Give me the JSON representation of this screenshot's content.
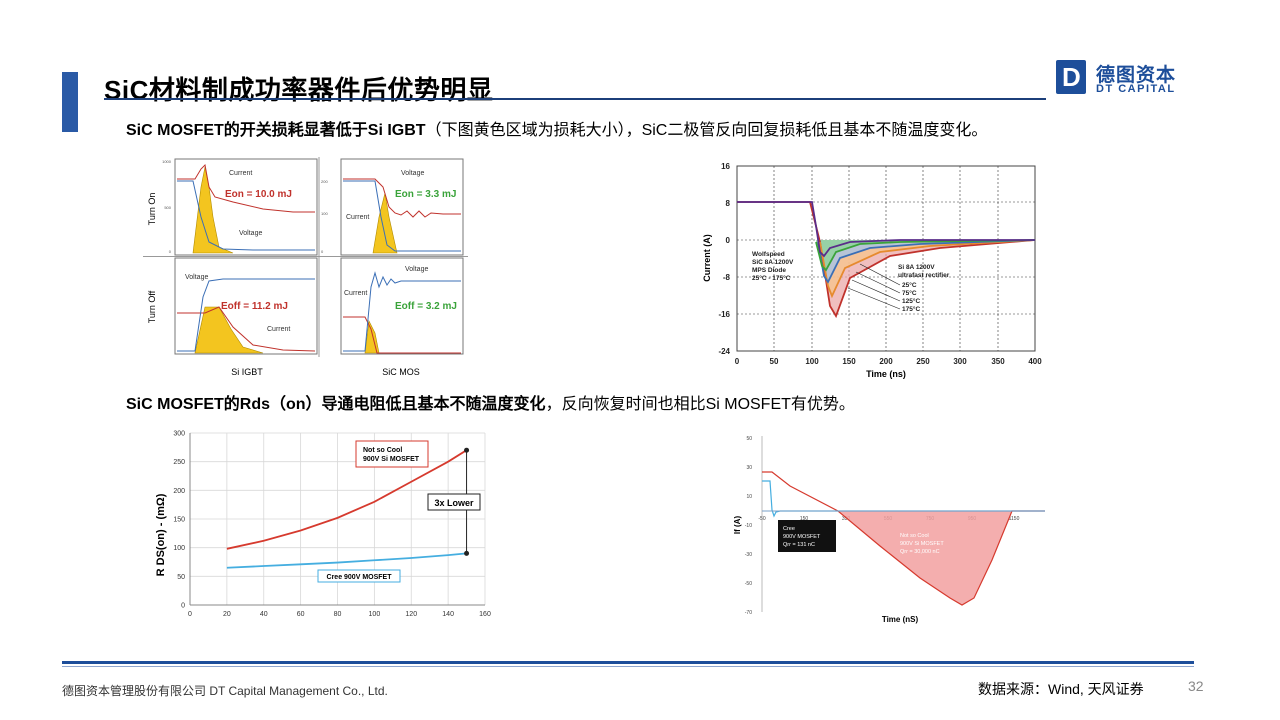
{
  "header": {
    "title": "SiC材料制成功率器件后优势明显",
    "logo": {
      "mark": "D",
      "cn": "德图资本",
      "en": "DT CAPITAL"
    }
  },
  "captions": {
    "c1_bold": "SiC MOSFET的开关损耗显著低于Si IGBT",
    "c1_rest": "（下图黄色区域为损耗大小），SiC二极管反向回复损耗低且基本不随温度变化。",
    "c2_bold": "SiC MOSFET的Rds（on）导通电阻低且基本不随温度变化",
    "c2_rest": "，反向恢复时间也相比Si MOSFET有优势。"
  },
  "figure1": {
    "row_labels": [
      "Turn On",
      "Turn Off"
    ],
    "col_labels": [
      "Si IGBT",
      "SiC MOS"
    ],
    "cells": [
      {
        "energy": "Eon = 10.0 mJ",
        "labels": [
          "Current",
          "Voltage"
        ]
      },
      {
        "energy": "Eon = 3.3 mJ",
        "labels": [
          "Voltage",
          "Current"
        ]
      },
      {
        "energy": "Eoff = 11.2 mJ",
        "labels": [
          "Voltage",
          "Current"
        ]
      },
      {
        "energy": "Eoff = 3.2 mJ",
        "labels": [
          "Voltage",
          "Current"
        ]
      }
    ],
    "tick_left": [
      "1000",
      "500",
      "0"
    ],
    "tick_right": [
      "200",
      "100",
      "0"
    ],
    "colors": {
      "energy_red": "#c0322c",
      "energy_green": "#3aa33a",
      "loss_fill": "#f3c51f",
      "voltage": "#3b6fb6",
      "current": "#c0322c"
    }
  },
  "figure2": {
    "xlabel": "Time (ns)",
    "ylabel": "Current (A)",
    "xticks": [
      "0",
      "50",
      "100",
      "150",
      "200",
      "250",
      "300",
      "350",
      "400"
    ],
    "yticks": [
      "16",
      "8",
      "0",
      "-8",
      "-16",
      "-24"
    ],
    "legend_left": [
      "Wolfspeed",
      "SiC 8A 1200V",
      "MPS Diode",
      "25°C - 175°C"
    ],
    "legend_right": [
      "Si 8A 1200V",
      "ultrafast rectifier"
    ],
    "temps": [
      "25°C",
      "75°C",
      "125°C",
      "175°C"
    ]
  },
  "figure3": {
    "ylabel": "R DS(on) - (mΩ)",
    "xticks": [
      "0",
      "20",
      "40",
      "60",
      "80",
      "100",
      "120",
      "140",
      "160"
    ],
    "yticks": [
      "300",
      "250",
      "200",
      "150",
      "100",
      "50",
      "0"
    ],
    "label_si": [
      "Not so Cool",
      "900V Si MOSFET"
    ],
    "label_cree": "Cree 900V MOSFET",
    "label_ratio": "3x Lower",
    "chart_data": {
      "type": "line",
      "x": [
        20,
        40,
        60,
        80,
        100,
        120,
        140,
        150
      ],
      "series": [
        {
          "name": "900V Si MOSFET",
          "values": [
            98,
            112,
            130,
            152,
            180,
            215,
            250,
            270
          ]
        },
        {
          "name": "Cree 900V MOSFET",
          "values": [
            65,
            68,
            71,
            74,
            78,
            82,
            87,
            90
          ]
        }
      ],
      "xlim": [
        0,
        160
      ],
      "ylim": [
        0,
        300
      ]
    }
  },
  "figure4": {
    "xlabel": "Time (nS)",
    "ylabel": "If (A)",
    "xticks": [
      "-50",
      "150",
      "350",
      "550",
      "750",
      "950",
      "1150"
    ],
    "yticks": [
      "50",
      "30",
      "10",
      "-10",
      "-30",
      "-50",
      "-70"
    ],
    "label_cree": [
      "Cree",
      "900V MOSFET",
      "Qrr = 131 nC"
    ],
    "label_si": [
      "Not so Cool",
      "900V Si MOSFET",
      "Qrr = 30,000 nC"
    ]
  },
  "footer": {
    "company": "德图资本管理股份有限公司  DT Capital  Management  Co., Ltd.",
    "source": "数据来源：Wind, 天风证券",
    "page": "32"
  }
}
